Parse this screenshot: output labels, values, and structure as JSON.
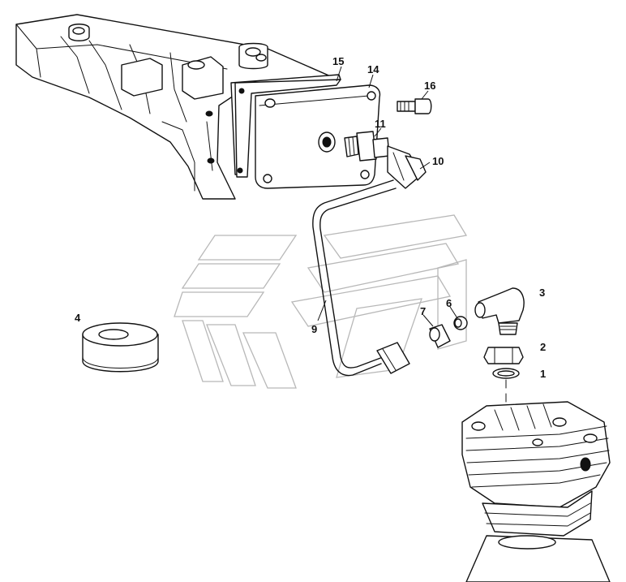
{
  "diagram": {
    "callouts": [
      {
        "id": "c1",
        "label": "1"
      },
      {
        "id": "c2",
        "label": "2"
      },
      {
        "id": "c3",
        "label": "3"
      },
      {
        "id": "c4",
        "label": "4"
      },
      {
        "id": "c6",
        "label": "6"
      },
      {
        "id": "c7",
        "label": "7"
      },
      {
        "id": "c9",
        "label": "9"
      },
      {
        "id": "c10",
        "label": "10"
      },
      {
        "id": "c11",
        "label": "11"
      },
      {
        "id": "c14",
        "label": "14"
      },
      {
        "id": "c15",
        "label": "15"
      },
      {
        "id": "c16",
        "label": "16"
      }
    ]
  }
}
